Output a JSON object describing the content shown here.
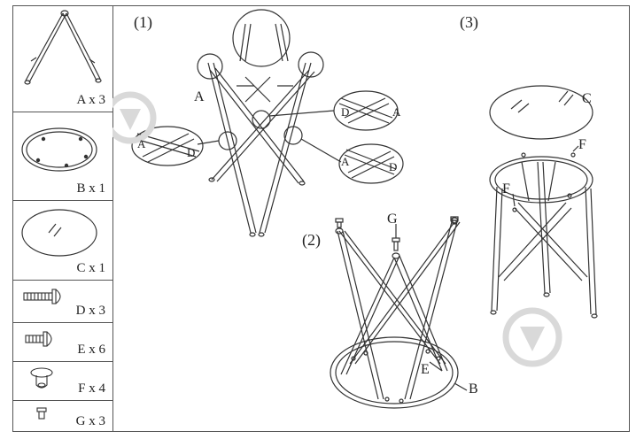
{
  "parts": [
    {
      "letter": "A",
      "quantity": "x 3",
      "label": "A x 3",
      "icon": "hairpin-leg-icon"
    },
    {
      "letter": "B",
      "quantity": "x 1",
      "label": "B x 1",
      "icon": "ring-frame-icon"
    },
    {
      "letter": "C",
      "quantity": "x 1",
      "label": "C x 1",
      "icon": "glass-top-icon"
    },
    {
      "letter": "D",
      "quantity": "x 3",
      "label": "D x 3",
      "icon": "long-bolt-icon"
    },
    {
      "letter": "E",
      "quantity": "x 6",
      "label": "E x 6",
      "icon": "short-bolt-icon"
    },
    {
      "letter": "F",
      "quantity": "x 4",
      "label": "F x 4",
      "icon": "suction-pad-icon"
    },
    {
      "letter": "G",
      "quantity": "x 3",
      "label": "G x 3",
      "icon": "foot-cap-icon"
    }
  ],
  "steps": {
    "step1": "(1)",
    "step2": "(2)",
    "step3": "(3)"
  },
  "callouts": {
    "a": "A",
    "b": "B",
    "c": "C",
    "d": "D",
    "e": "E",
    "f": "F",
    "g": "G"
  },
  "colors": {
    "line": "#333333",
    "watermark": "#d9d9d9"
  }
}
